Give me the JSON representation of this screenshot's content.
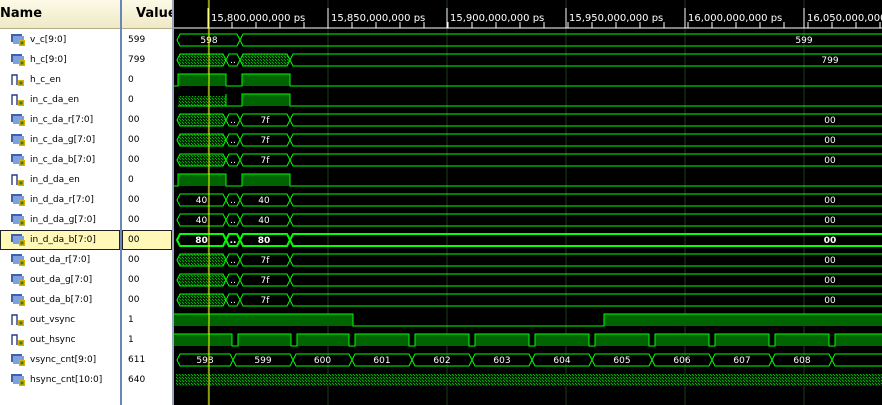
{
  "header": {
    "name_col": "Name",
    "value_col": "Value"
  },
  "ticks": [
    "15,800,000,000 ps",
    "15,850,000,000 ps",
    "15,900,000,000 ps",
    "15,950,000,000 ps",
    "16,000,000,000 ps",
    "16,050,000,000 ps"
  ],
  "signals": [
    {
      "name": "v_c[9:0]",
      "value": "599",
      "kind": "bus"
    },
    {
      "name": "h_c[9:0]",
      "value": "799",
      "kind": "bus"
    },
    {
      "name": "h_c_en",
      "value": "0",
      "kind": "bit"
    },
    {
      "name": "in_c_da_en",
      "value": "0",
      "kind": "bit"
    },
    {
      "name": "in_c_da_r[7:0]",
      "value": "00",
      "kind": "bus"
    },
    {
      "name": "in_c_da_g[7:0]",
      "value": "00",
      "kind": "bus"
    },
    {
      "name": "in_c_da_b[7:0]",
      "value": "00",
      "kind": "bus"
    },
    {
      "name": "in_d_da_en",
      "value": "0",
      "kind": "bit"
    },
    {
      "name": "in_d_da_r[7:0]",
      "value": "00",
      "kind": "bus"
    },
    {
      "name": "in_d_da_g[7:0]",
      "value": "00",
      "kind": "bus"
    },
    {
      "name": "in_d_da_b[7:0]",
      "value": "00",
      "kind": "bus",
      "selected": true
    },
    {
      "name": "out_da_r[7:0]",
      "value": "00",
      "kind": "bus"
    },
    {
      "name": "out_da_g[7:0]",
      "value": "00",
      "kind": "bus"
    },
    {
      "name": "out_da_b[7:0]",
      "value": "00",
      "kind": "bus"
    },
    {
      "name": "out_vsync",
      "value": "1",
      "kind": "bit"
    },
    {
      "name": "out_hsync",
      "value": "1",
      "kind": "bit"
    },
    {
      "name": "vsync_cnt[9:0]",
      "value": "611",
      "kind": "bus"
    },
    {
      "name": "hsync_cnt[10:0]",
      "value": "640",
      "kind": "bus"
    }
  ],
  "wave_labels": {
    "v_c": [
      "598",
      "599"
    ],
    "h_c": [
      "..",
      "799"
    ],
    "in_c_da_r": [
      "..",
      "7f",
      "00"
    ],
    "in_c_da_g": [
      "..",
      "7f",
      "00"
    ],
    "in_c_da_b": [
      "..",
      "7f",
      "00"
    ],
    "in_d_da_r": [
      "40",
      "..",
      "40",
      "00"
    ],
    "in_d_da_g": [
      "40",
      "..",
      "40",
      "00"
    ],
    "in_d_da_b": [
      "80",
      "..",
      "80",
      "00"
    ],
    "out_da_r": [
      "..",
      "7f",
      "00"
    ],
    "out_da_g": [
      "..",
      "7f",
      "00"
    ],
    "out_da_b": [
      "..",
      "7f",
      "00"
    ],
    "vsync_cnt": [
      "598",
      "599",
      "600",
      "601",
      "602",
      "603",
      "604",
      "605",
      "606",
      "607",
      "608"
    ]
  },
  "colors": {
    "wave": "#00ff00",
    "wave_fill": "#006400",
    "grid": "#1e3a1e",
    "cursor": "#ffff00",
    "background": "#000000"
  }
}
